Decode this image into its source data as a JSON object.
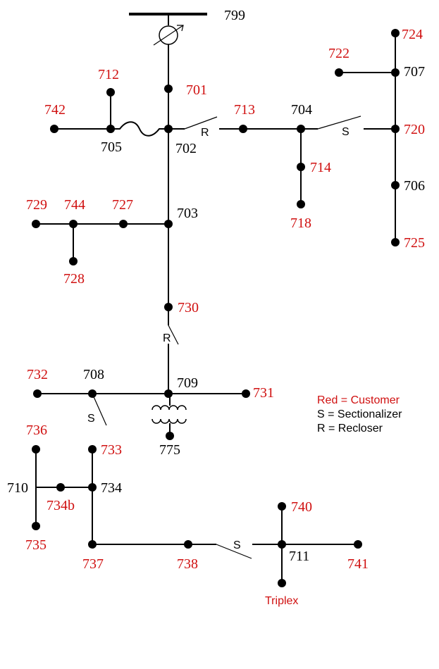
{
  "labels": {
    "n799": "799",
    "n701": "701",
    "n712": "712",
    "n742": "742",
    "n705": "705",
    "n702": "702",
    "n713": "713",
    "n704": "704",
    "n714": "714",
    "n718": "718",
    "n720": "720",
    "n724": "724",
    "n722": "722",
    "n707": "707",
    "n706": "706",
    "n725": "725",
    "n703": "703",
    "n729": "729",
    "n744": "744",
    "n727": "727",
    "n728": "728",
    "n730": "730",
    "n732": "732",
    "n708": "708",
    "n709": "709",
    "n731": "731",
    "n775": "775",
    "n736": "736",
    "n733": "733",
    "n710": "710",
    "n734b": "734b",
    "n734": "734",
    "n735": "735",
    "n737": "737",
    "n738": "738",
    "n740": "740",
    "n711": "711",
    "n741": "741",
    "triplex": "Triplex"
  },
  "devices": {
    "recloser_1": "R",
    "sectionalizer_1": "S",
    "recloser_2": "R",
    "sectionalizer_2": "S",
    "sectionalizer_3": "S"
  },
  "legend": {
    "customer": "Red = Customer",
    "sectionalizer": "S = Sectionalizer",
    "recloser": "R = Recloser"
  },
  "colors": {
    "customer": "#d01010",
    "other": "#000000"
  }
}
